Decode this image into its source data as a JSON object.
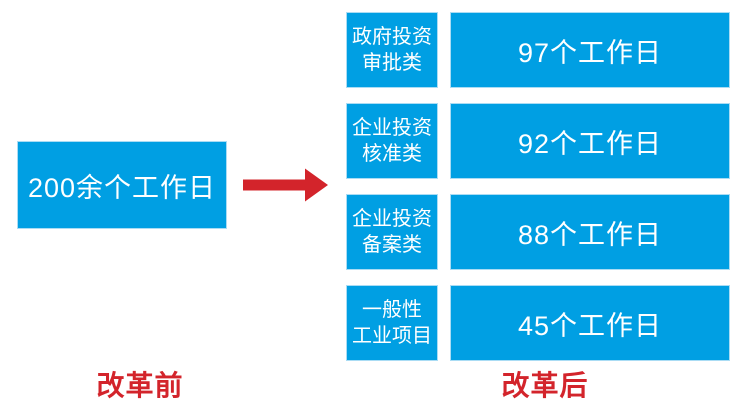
{
  "diagram": {
    "before": {
      "box_label": "200余个工作日",
      "caption": "改革前"
    },
    "after": {
      "caption": "改革后",
      "rows": [
        {
          "category": "政府投资\n审批类",
          "value": "97个工作日"
        },
        {
          "category": "企业投资\n核准类",
          "value": "92个工作日"
        },
        {
          "category": "企业投资\n备案类",
          "value": "88个工作日"
        },
        {
          "category": "一般性\n工业项目",
          "value": "45个工作日"
        }
      ]
    },
    "colors": {
      "box_cyan": "#009FE3",
      "arrow_red": "#D3242B",
      "caption_red": "#D3242B",
      "box_text_white": "#FFFFFF"
    }
  }
}
